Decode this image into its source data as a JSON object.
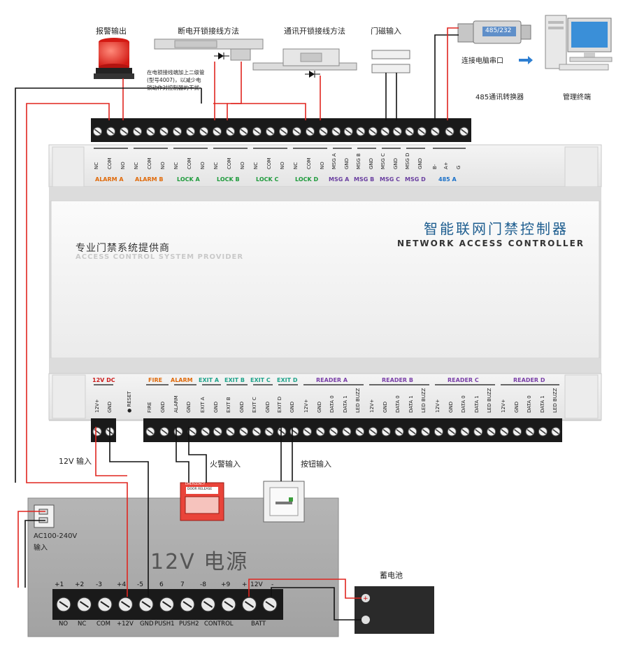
{
  "top_labels": {
    "alarm_output": "报警输出",
    "power_off_unlock": "断电开锁接线方法",
    "power_on_unlock": "通讯开锁接线方法",
    "door_magnet": "门磁输入",
    "serial_port": "连接电脑串口",
    "converter": "485通讯转换器",
    "terminal": "管理终端",
    "converter_badge": "485/232"
  },
  "diode_note": [
    "在电锁接线端加上二级管",
    "(型号4007)，以减少电",
    "锁动作对控制器的干扰"
  ],
  "brand": {
    "cn": "智能联网门禁控制器",
    "en": "NETWORK ACCESS CONTROLLER",
    "provider_cn": "专业门禁系统提供商",
    "provider_en": "ACCESS CONTROL SYSTEM PROVIDER"
  },
  "top_pins": {
    "relay": [
      "NC",
      "COM",
      "NO"
    ],
    "msg": [
      [
        "MSG A",
        "GND"
      ],
      [
        "MSG B",
        "GND"
      ],
      [
        "MSG C",
        "GND"
      ],
      [
        "MSG D",
        "GND"
      ]
    ],
    "rs485": [
      "B-",
      "A+",
      "G"
    ]
  },
  "top_groups": {
    "alarm_a": "ALARM A",
    "alarm_b": "ALARM B",
    "lock_a": "LOCK A",
    "lock_b": "LOCK B",
    "lock_c": "LOCK C",
    "lock_d": "LOCK D",
    "msg_a": "MSG A",
    "msg_b": "MSG B",
    "msg_c": "MSG C",
    "msg_d": "MSG D",
    "rs485": "485 A"
  },
  "bottom_groups": {
    "dc": "12V DC",
    "fire": "FIRE",
    "alarm": "ALARM",
    "exit_a": "EXIT A",
    "exit_b": "EXIT B",
    "exit_c": "EXIT C",
    "exit_d": "EXIT D",
    "reader_a": "READER A",
    "reader_b": "READER B",
    "reader_c": "READER C",
    "reader_d": "READER D"
  },
  "bottom_pins": {
    "dc": [
      "12V+",
      "GND"
    ],
    "reset": "● RESET",
    "fire": [
      "FIRE",
      "GND"
    ],
    "alarm": [
      "ALARM",
      "GND"
    ],
    "exits": [
      [
        "EXIT A",
        "GND"
      ],
      [
        "EXIT B",
        "GND"
      ],
      [
        "EXIT C",
        "GND"
      ],
      [
        "EXIT D",
        "GND"
      ]
    ],
    "reader": [
      "12V+",
      "GND",
      "DATA 0",
      "DATA 1",
      "LED BUZZ"
    ]
  },
  "wiring_labels": {
    "input_12v": "12V 输入",
    "fire_input": "火警输入",
    "button_input": "按钮输入",
    "ac_input": [
      "AC100-240V",
      "输入"
    ],
    "battery": "蓄电池"
  },
  "fire_alarm_text": [
    "EMERGENCY",
    "DOOR RELEASE"
  ],
  "psu": {
    "title": "12V 电源",
    "numbers": [
      "+1",
      "+2",
      "-3",
      "+4",
      "-5",
      "6",
      "7",
      "-8",
      "+9",
      "+",
      "12V",
      "-"
    ],
    "bottom": [
      "NO",
      "NC",
      "COM",
      "+12V",
      "GND",
      "PUSH1",
      "PUSH2",
      "CONTROL",
      "BATT"
    ]
  },
  "colors": {
    "wire_red": "#e0251f",
    "wire_black": "#111111",
    "accent_blue": "#1d5d8f",
    "alarm_orange": "#e06a0a",
    "lock_green": "#1c9a3a",
    "msg_purple": "#6a3fa0",
    "fire_orange": "#e06a0a",
    "exit_teal": "#1ea38a",
    "reader_purple": "#7a3fa8",
    "dc_red": "#cc1c1c",
    "rs485_blue": "#1a70c8"
  }
}
